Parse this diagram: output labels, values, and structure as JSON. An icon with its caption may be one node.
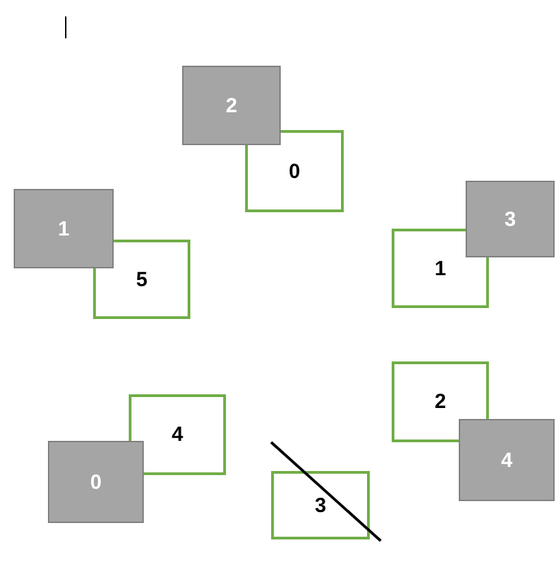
{
  "diagram": {
    "nodes": [
      {
        "text": [
          "2"
        ]
      },
      {
        "text": [
          "0"
        ]
      },
      {
        "text": [
          "1"
        ]
      },
      {
        "text": [
          "3"
        ]
      },
      {
        "text": [
          "5"
        ]
      },
      {
        "text": [
          "1"
        ]
      },
      {
        "text": [
          "4"
        ]
      },
      {
        "text": [
          "2"
        ]
      },
      {
        "text": [
          "4"
        ]
      },
      {
        "text": [
          "0"
        ]
      },
      {
        "text": [
          "3"
        ]
      }
    ]
  }
}
